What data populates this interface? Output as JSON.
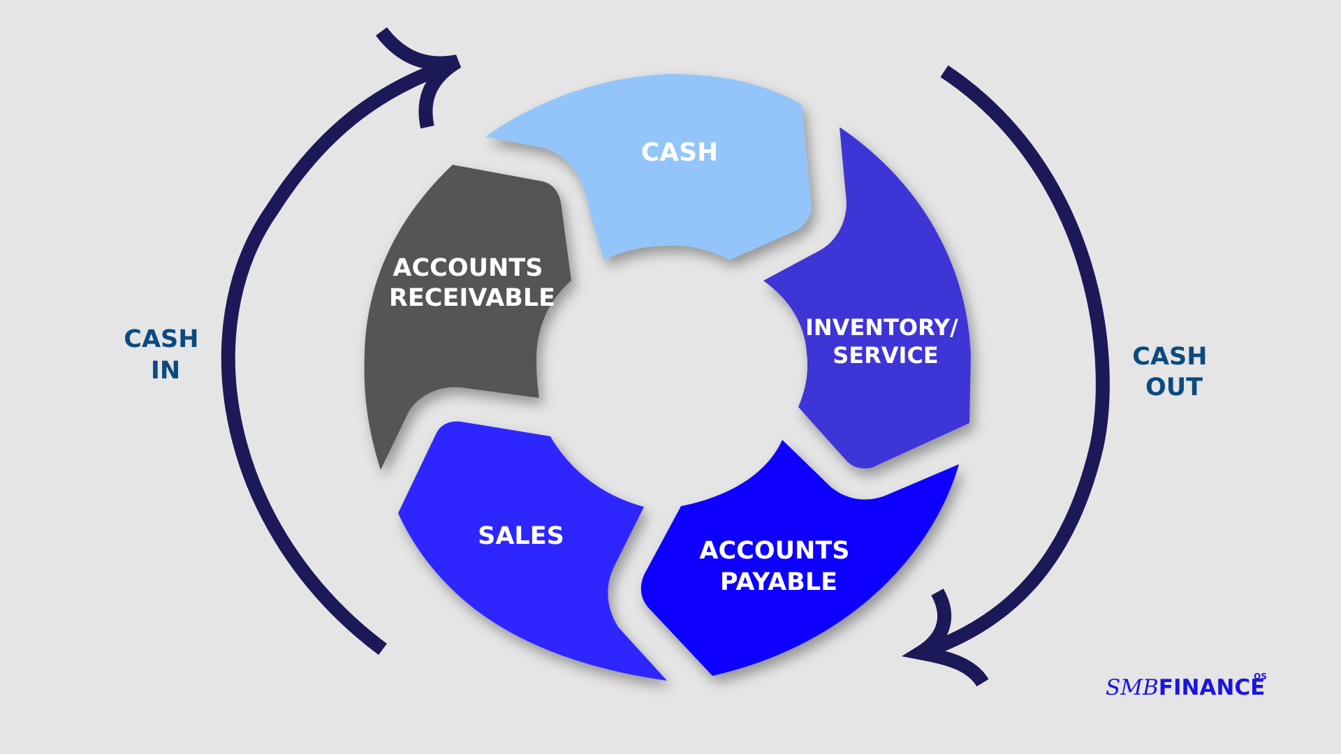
{
  "diagram": {
    "segments": [
      {
        "id": "cash",
        "lines": [
          "CASH"
        ],
        "color": "#93c5fb"
      },
      {
        "id": "inventory",
        "lines": [
          "INVENTORY/",
          "SERVICE"
        ],
        "color": "#3d36d6"
      },
      {
        "id": "payable",
        "lines": [
          "ACCOUNTS",
          "PAYABLE"
        ],
        "color": "#1100ff"
      },
      {
        "id": "sales",
        "lines": [
          "SALES"
        ],
        "color": "#2d25ff"
      },
      {
        "id": "receivable",
        "lines": [
          "ACCOUNTS",
          "RECEIVABLE"
        ],
        "color": "#555555"
      }
    ],
    "cash_in": {
      "line1": "CASH",
      "line2": "IN"
    },
    "cash_out": {
      "line1": "CASH",
      "line2": "OUT"
    },
    "arrow_color": "#1b1958",
    "label_color": "#0b4a80",
    "background": "#e5e5e5"
  },
  "brand": {
    "prefix": "SMB",
    "name": "FINANCE",
    "superscript": "OS",
    "color": "#1a14e0"
  }
}
